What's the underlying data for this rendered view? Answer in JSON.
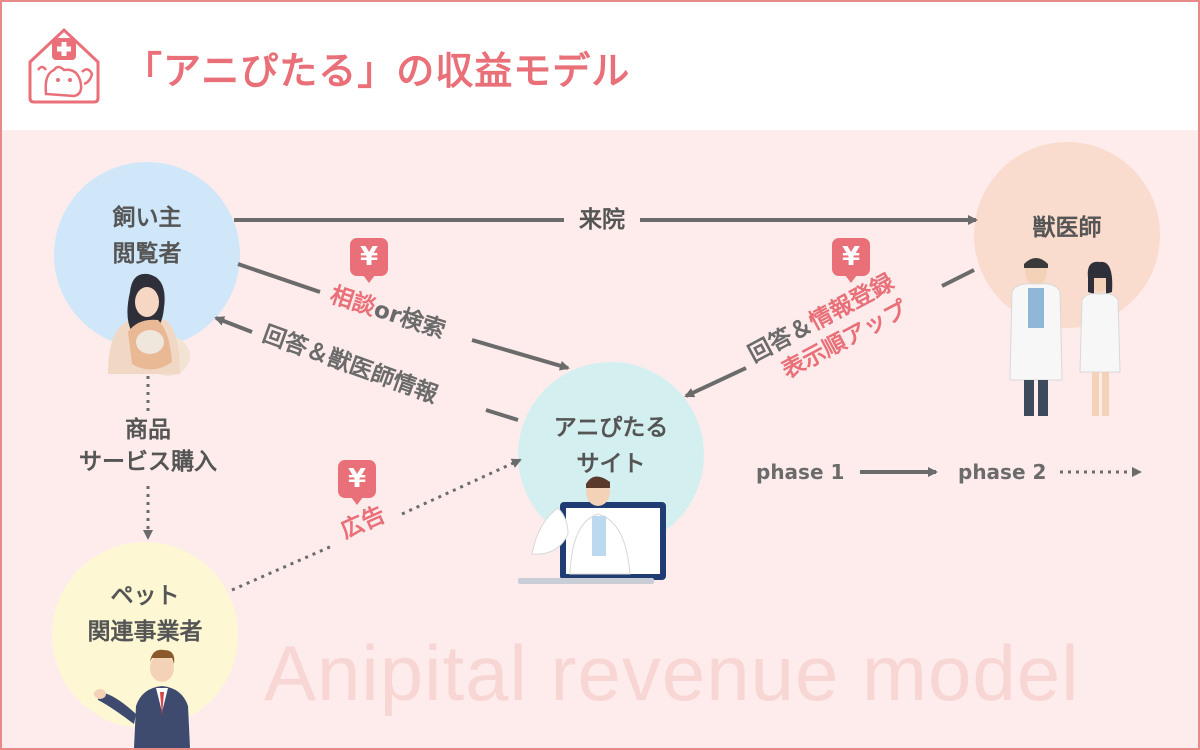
{
  "title": "「アニぴたる」の収益モデル",
  "watermark": "Anipital revenue model",
  "nodes": {
    "owner": "飼い主\n閲覧者",
    "vet": "獣医師",
    "site": "アニぴたる\nサイト",
    "business": "ペット\n関連事業者"
  },
  "edges": {
    "visit": "来院",
    "consult_pink": "相談",
    "consult_rest": "or検索",
    "answer_vet_info": "回答＆獣医師情報",
    "vet_answer_prefix": "回答＆",
    "vet_info_reg": "情報登録",
    "vet_display_order": "表示順アップ",
    "purchase": "商品\nサービス購入",
    "ad": "広告"
  },
  "yen_symbol": "¥",
  "phases": {
    "phase1": "phase 1",
    "phase2": "phase 2"
  },
  "colors": {
    "accent": "#e96f78",
    "owner_circle": "#cfe7f9",
    "vet_circle": "#f9dccd",
    "site_circle": "#d4eff0",
    "business_circle": "#fdf8d3",
    "arrow": "#6b6b6b"
  }
}
